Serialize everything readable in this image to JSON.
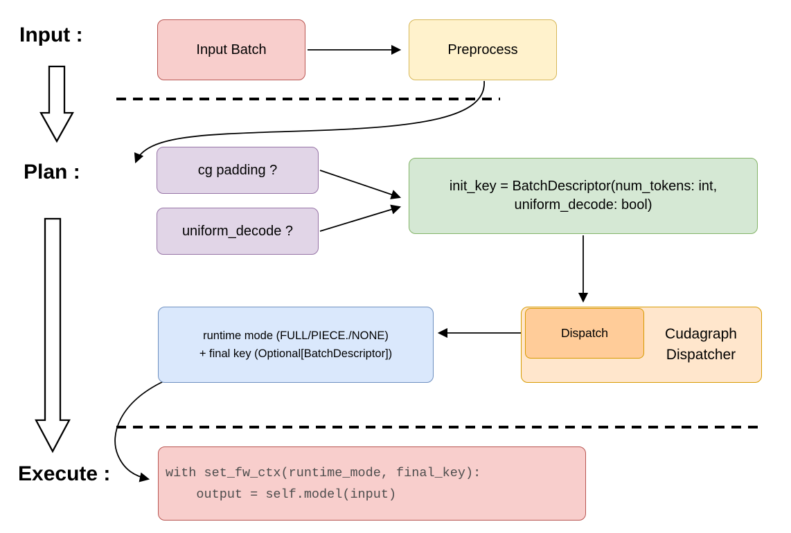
{
  "diagram": {
    "title_semantics": "cudagraph dispatch pipeline flowchart",
    "phases": {
      "input": "Input :",
      "plan": "Plan :",
      "execute": "Execute :"
    },
    "nodes": {
      "input_batch": "Input Batch",
      "preprocess": "Preprocess",
      "cg_padding": "cg padding ?",
      "uniform_decode": "uniform_decode ?",
      "init_key_line1": "init_key = BatchDescriptor(num_tokens: int,",
      "init_key_line2": "uniform_decode: bool)",
      "dispatch": "Dispatch",
      "cudagraph_dispatcher": "Cudagraph Dispatcher",
      "runtime_line1": "runtime mode (FULL/PIECE./NONE)",
      "runtime_line2": "+ final key (Optional[BatchDescriptor])",
      "code_line1": "with set_fw_ctx(runtime_mode, final_key):",
      "code_line2": "    output = self.model(input)"
    },
    "colors": {
      "red_fill": "#f8cecc",
      "red_stroke": "#b85450",
      "yellow_fill": "#fff2cc",
      "yellow_stroke": "#d6b656",
      "purple_fill": "#e1d5e7",
      "purple_stroke": "#9673a6",
      "green_fill": "#d5e8d4",
      "green_stroke": "#82b366",
      "blue_fill": "#dae8fc",
      "blue_stroke": "#6c8ebf",
      "orange_container_fill": "#ffe6cc",
      "orange_stroke": "#d79b00",
      "dispatch_fill": "#ffcc99",
      "arrow_color": "#000000",
      "code_text_color": "#4d4d4d"
    }
  }
}
